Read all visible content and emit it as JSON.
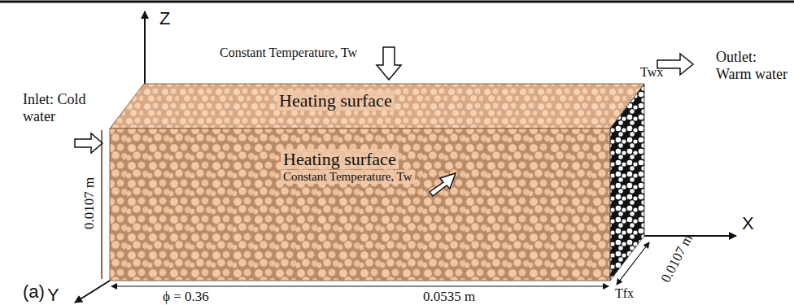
{
  "diagram": {
    "labels": [
      "Z",
      "Constant Temperature, Tw",
      "Inlet: Cold water",
      "Heating surface",
      "Twx",
      "Outlet: Warm water",
      "0.0107 m",
      "Heating surface",
      "Constant Temperature, Tw",
      "X",
      "Y",
      "ϕ = 0.36",
      "0.0535 m",
      "Tfx",
      "0.0107 m",
      "(a)"
    ]
  }
}
